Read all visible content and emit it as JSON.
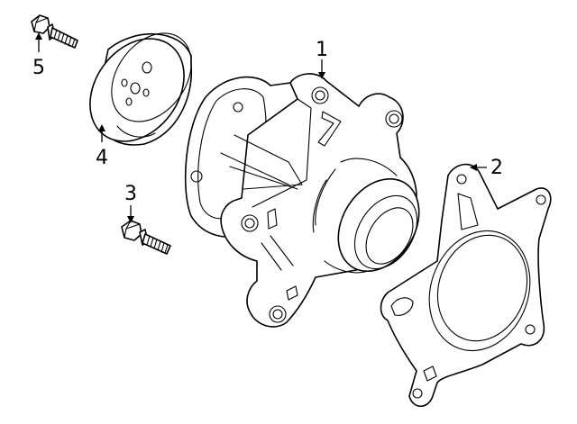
{
  "callouts": {
    "water_pump": "1",
    "gasket": "2",
    "pump_bolt": "3",
    "pulley": "4",
    "pulley_bolt": "5"
  },
  "colors": {
    "line": "#000000",
    "background": "#ffffff"
  }
}
